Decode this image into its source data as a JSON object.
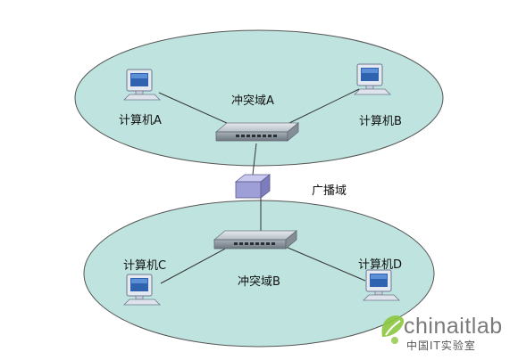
{
  "diagram": {
    "domains": {
      "collision_a": "冲突域A",
      "collision_b": "冲突域B",
      "broadcast": "广播域"
    },
    "computers": {
      "a": "计算机A",
      "b": "计算机B",
      "c": "计算机C",
      "d": "计算机D"
    },
    "colors": {
      "ellipse_fill": "#bfe3df",
      "ellipse_stroke": "#555555",
      "switch_body": "#9aa4ad",
      "router_body": "#9f9fd8",
      "monitor_screen": "#2f63b0"
    }
  },
  "watermark": {
    "brand": "chinaitlab",
    "subtitle": "中国IT实验室",
    "icon": "leaf-logo-icon"
  }
}
